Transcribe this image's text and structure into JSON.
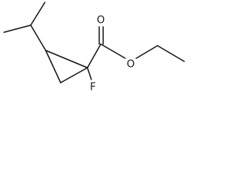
{
  "molecule": {
    "atoms": {
      "oxygen_carbonyl": "O",
      "oxygen_ester": "O",
      "fluorine": "F"
    }
  }
}
